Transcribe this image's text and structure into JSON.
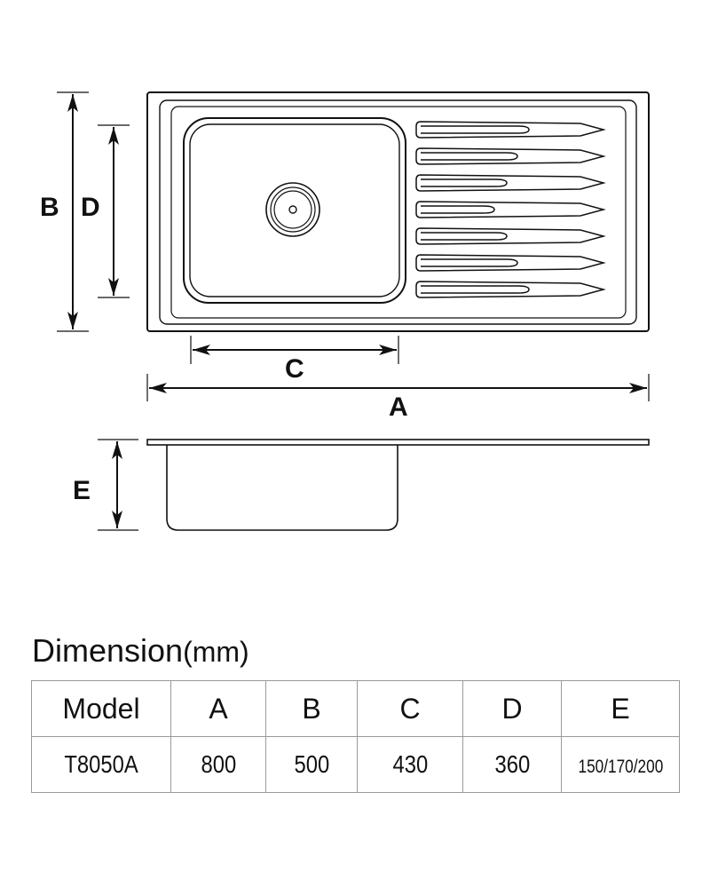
{
  "diagram": {
    "labels": {
      "A": "A",
      "B": "B",
      "C": "C",
      "D": "D",
      "E": "E"
    }
  },
  "table": {
    "title": "Dimension",
    "unit": "(mm)",
    "headers": [
      "Model",
      "A",
      "B",
      "C",
      "D",
      "E"
    ],
    "rows": [
      [
        "T8050A",
        "800",
        "500",
        "430",
        "360",
        "150/170/200"
      ]
    ]
  }
}
